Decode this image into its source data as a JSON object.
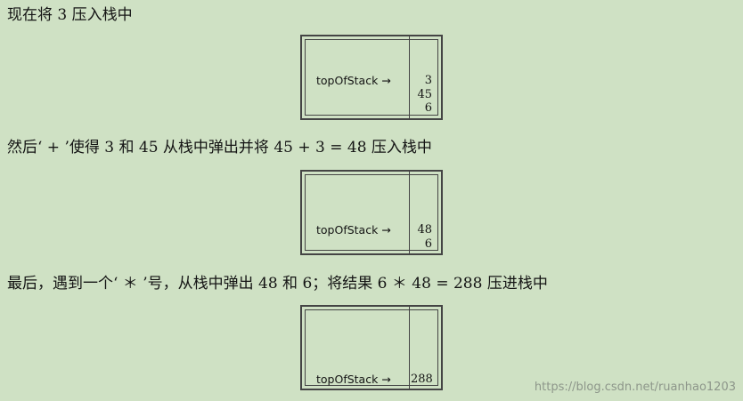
{
  "section1": {
    "text": "现在将 3 压入栈中",
    "stack": {
      "pointer_label": "topOfStack →",
      "values": [
        "3",
        "45",
        "6"
      ]
    }
  },
  "section2": {
    "text": "然后‘ + ’使得 3 和 45 从栈中弹出并将 45 + 3 = 48 压入栈中",
    "stack": {
      "pointer_label": "topOfStack →",
      "values": [
        "48",
        "6"
      ]
    }
  },
  "section3": {
    "text": "最后，遇到一个‘ ＊ ’号，从栈中弹出 48 和 6；将结果 6 ＊ 48 = 288 压进栈中",
    "stack": {
      "pointer_label": "topOfStack →",
      "values": [
        "288"
      ]
    }
  },
  "watermark": "https://blog.csdn.net/ruanhao1203"
}
